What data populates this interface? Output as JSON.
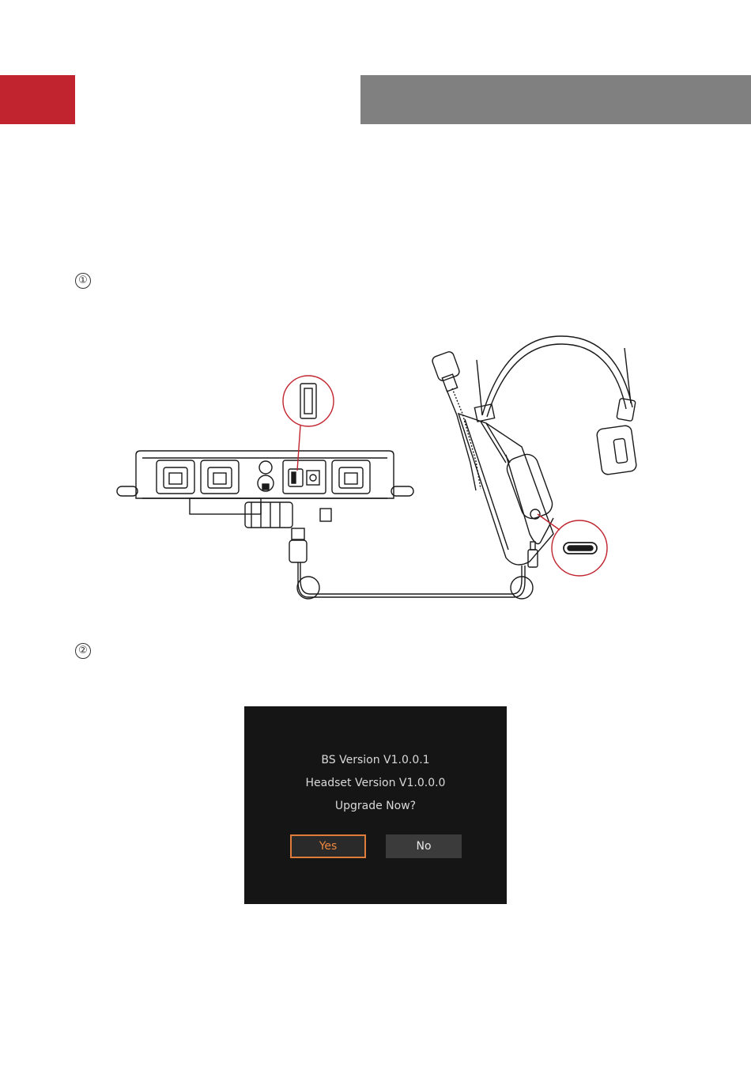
{
  "colors": {
    "brand_red": "#c1242f",
    "header_grey": "#808080",
    "accent_orange": "#e07c3a"
  },
  "steps": {
    "step1_marker": "①",
    "step2_marker": "②"
  },
  "dialog": {
    "bs_version": "BS Version V1.0.0.1",
    "headset_version": "Headset Version V1.0.0.0",
    "prompt": "Upgrade Now?",
    "yes_label": "Yes",
    "no_label": "No"
  }
}
